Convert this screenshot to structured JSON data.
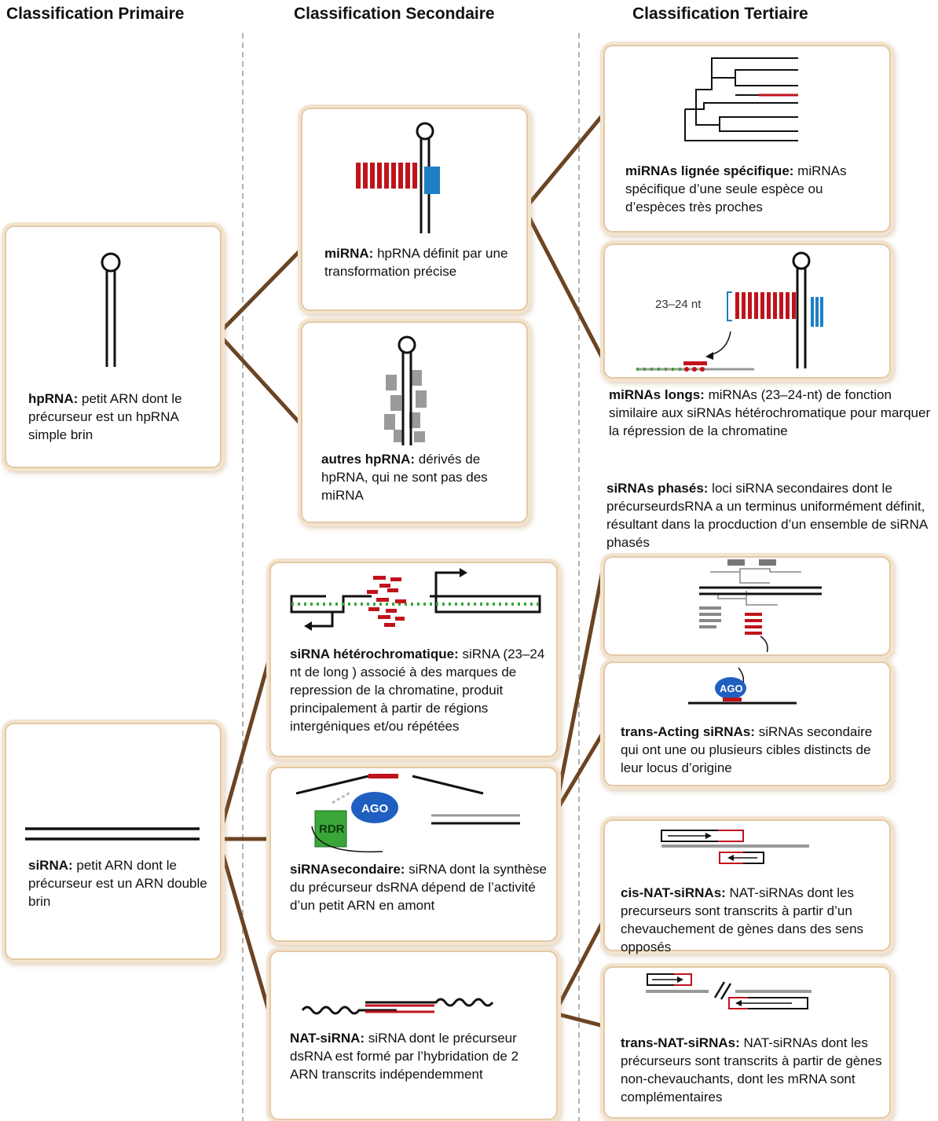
{
  "headers": {
    "primary": "Classification Primaire",
    "secondary": "Classification Secondaire",
    "tertiary": "Classification Tertiaire"
  },
  "primary": {
    "hprna": {
      "term": "hpRNA:",
      "desc": " petit ARN dont le précurseur est un hpRNA simple brin"
    },
    "sirna": {
      "term": "siRNA:",
      "desc": " petit ARN dont le précurseur est un ARN double brin"
    }
  },
  "secondary": {
    "mirna": {
      "term": "miRNA:",
      "desc": " hpRNA définit par une transformation précise"
    },
    "other_hprna": {
      "term": "autres hpRNA:",
      "desc": " dérivés de hpRNA, qui ne sont pas des miRNA"
    },
    "heterochromatic": {
      "term": "siRNA hétérochromatique:",
      "desc": " siRNA (23–24 nt de long ) associé à des marques de repression de la chromatine, produit principalement à partir de régions intergéniques et/ou répétées"
    },
    "secondary_sirna": {
      "term": "siRNAsecondaire:",
      "desc": " siRNA dont la synthèse du précurseur dsRNA dépend de l’activité d’un petit ARN en amont"
    },
    "nat_sirna": {
      "term": "NAT-siRNA:",
      "desc": " siRNA dont le précurseur dsRNA est formé par l’hybridation de 2 ARN transcrits indépendemment"
    }
  },
  "tertiary": {
    "lineage_mirna": {
      "term": "miRNAs lignée spécifique:",
      "desc": " miRNAs spécifique d’une seule espèce ou d’espèces très proches"
    },
    "long_mirna": {
      "term": "miRNAs longs:",
      "desc": " miRNAs (23–24-nt) de fonction similaire aux siRNAs hétérochromatique pour marquer la répression de la chromatine"
    },
    "phased": {
      "term": "siRNAs phasés:",
      "desc": " loci siRNA secondaires dont le précurseurdsRNA a un terminus uniformément définit, résultant dans la procduction d’un ensemble de siRNA phasés"
    },
    "trans_acting": {
      "term": "trans-Acting siRNAs:",
      "desc": " siRNAs secondaire qui ont une ou plusieurs cibles distincts de leur locus d’origine"
    },
    "cis_nat": {
      "term": "cis-NAT-siRNAs:",
      "desc": " NAT-siRNAs dont les precurseurs sont transcrits à partir d’un chevauchement de gènes dans des sens opposés"
    },
    "trans_nat": {
      "term": "trans-NAT-siRNAs:",
      "desc": " NAT-siRNAs dont les précurseurs sont transcrits à partir de gènes non-chevauchants, dont les mRNA sont complémentaires"
    }
  },
  "figure_labels": {
    "nt_length": "23–24 nt",
    "ago": "AGO",
    "rdr": "RDR"
  },
  "colors": {
    "connector": "#6b4423",
    "card_border": "#e3c9a6",
    "red": "#c0131c",
    "blue": "#1f7fc6",
    "green": "#3aa63a",
    "gray": "#999999"
  }
}
